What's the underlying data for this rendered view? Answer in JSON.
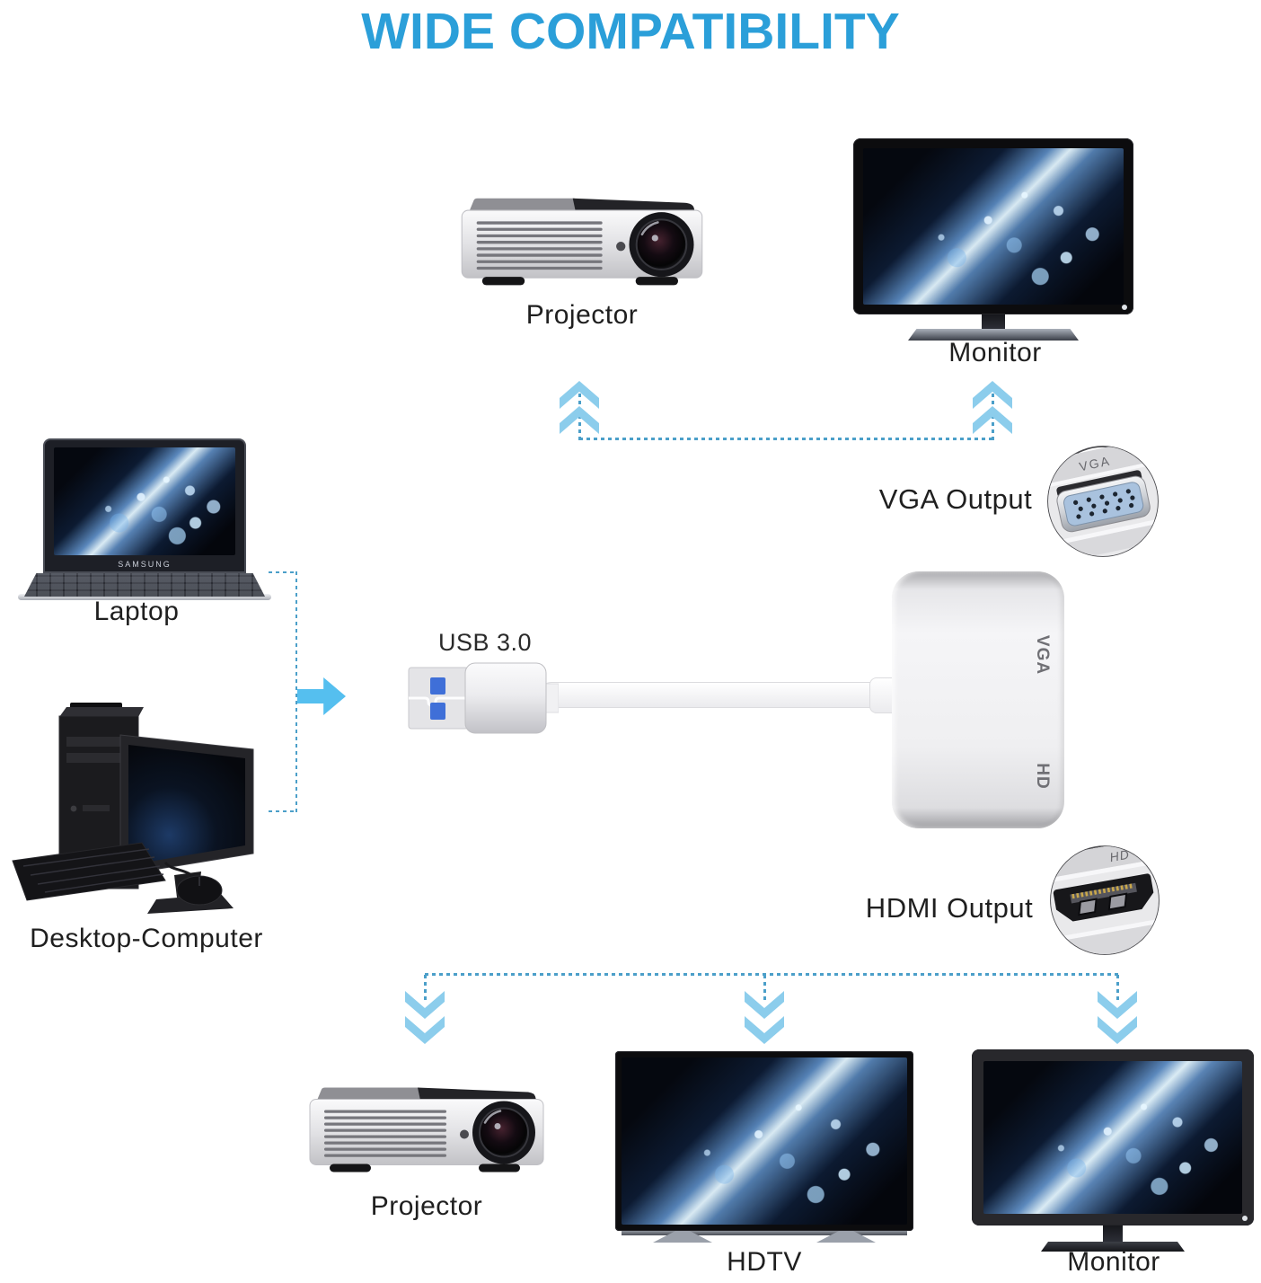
{
  "title": "WIDE COMPATIBILITY",
  "top_row": {
    "projector_label": "Projector",
    "monitor_label": "Monitor"
  },
  "left_column": {
    "laptop_label": "Laptop",
    "desktop_label": "Desktop-Computer"
  },
  "center": {
    "usb_label": "USB 3.0"
  },
  "adapter": {
    "vga_side_label": "VGA",
    "hd_side_label": "HD"
  },
  "outputs": {
    "vga": {
      "label": "VGA Output",
      "port_engraving": "VGA"
    },
    "hdmi": {
      "label": "HDMI Output",
      "port_engraving": "HD"
    }
  },
  "bottom_row": {
    "projector_label": "Projector",
    "hdtv_label": "HDTV",
    "monitor_label": "Monitor"
  },
  "laptop_brand": "SAMSUNG",
  "colors": {
    "title_blue": "#2b9fd9",
    "arrow_solid_blue": "#55bfef",
    "chevron_blue": "#8ccdec",
    "dotted_line_blue": "#4b9fc9"
  }
}
